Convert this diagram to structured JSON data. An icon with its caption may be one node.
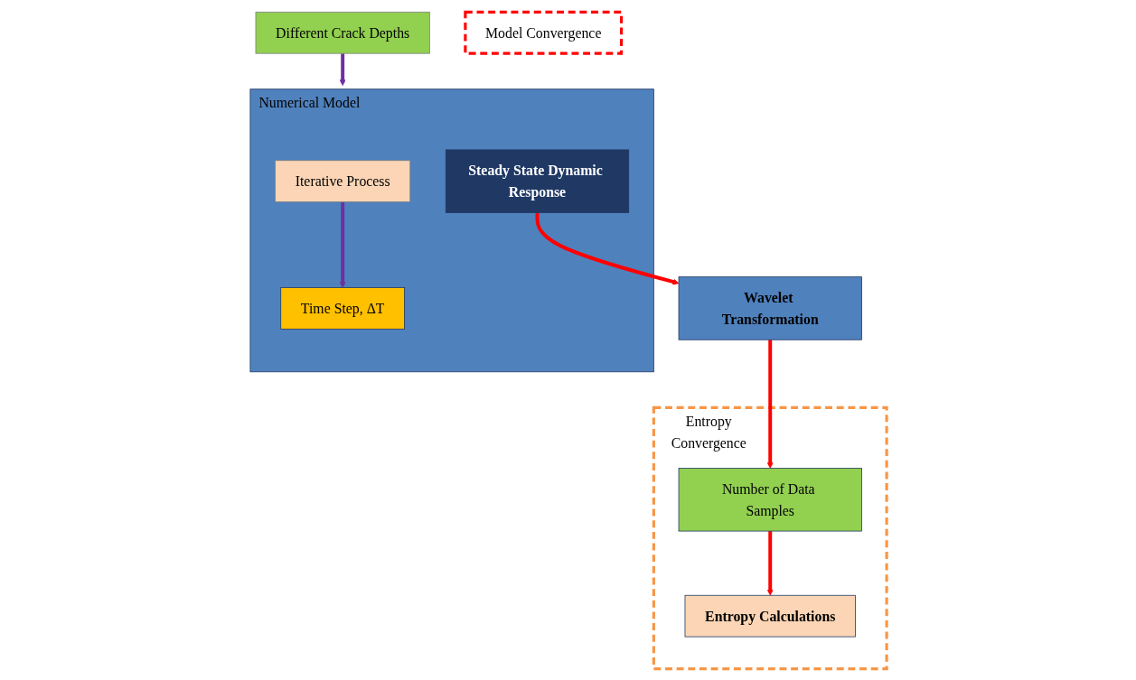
{
  "diagram": {
    "nodes": [
      {
        "text": [
          "Numerical Model"
        ]
      },
      {
        "text": [
          "Iterative Process"
        ],
        "in": 0
      },
      {
        "text": [
          "Time Step, ΔT"
        ],
        "in": 0
      },
      {
        "text": [
          "Steady State Dynamic Response"
        ],
        "in": 0
      },
      {
        "text": [
          "Different Crack Depths"
        ]
      },
      {
        "text": [
          "Model Convergence"
        ]
      },
      {
        "text": [
          "Wavelet Transformation"
        ]
      },
      {
        "text": [
          "Entropy Convergence"
        ]
      },
      {
        "text": [
          "Number of Data Samples"
        ],
        "in": 7
      },
      {
        "text": [
          "Entropy Calculations"
        ],
        "in": 7
      }
    ],
    "edges": [
      {
        "from": 4,
        "to": 0,
        "arrow": "to",
        "color": "#7030a0"
      },
      {
        "from": 1,
        "to": 2,
        "arrow": "to",
        "color": "#7030a0"
      },
      {
        "from": 3,
        "to": 6,
        "arrow": "to"
      },
      {
        "from": 6,
        "to": 8,
        "arrow": "to"
      },
      {
        "from": 8,
        "to": 9,
        "arrow": "to"
      }
    ]
  }
}
